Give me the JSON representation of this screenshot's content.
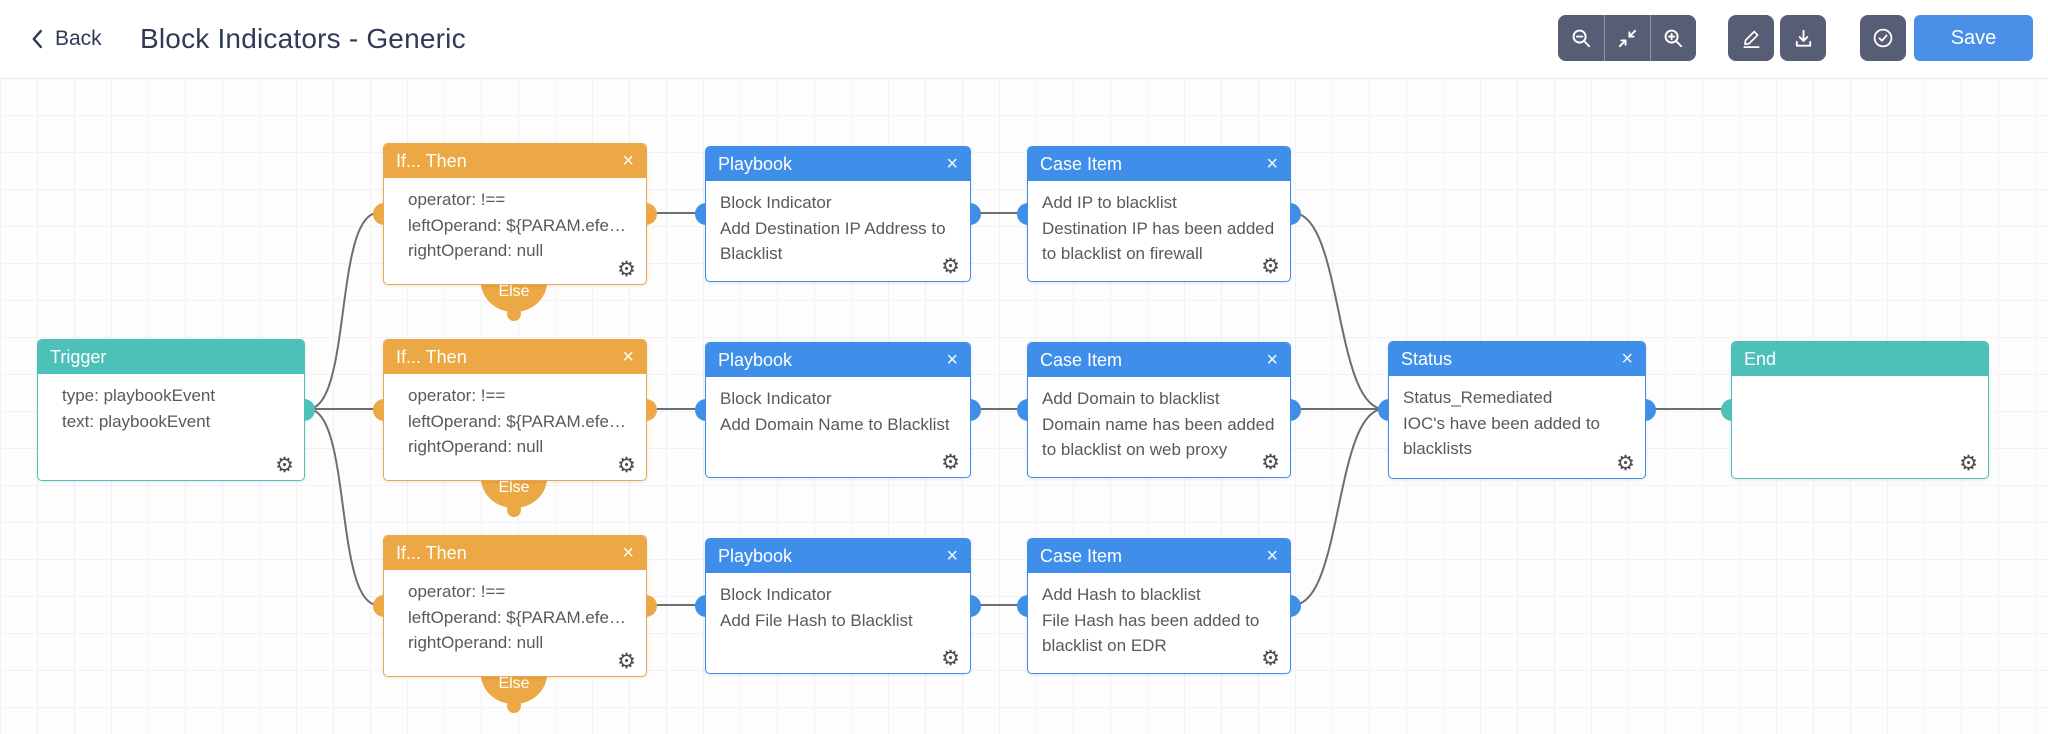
{
  "header": {
    "back_label": "Back",
    "title": "Block Indicators - Generic"
  },
  "toolbar": {
    "save_label": "Save",
    "buttons": [
      "zoom-out",
      "fit-view",
      "zoom-in",
      "edit",
      "download",
      "validate"
    ]
  },
  "colors": {
    "teal": "#4cc0b9",
    "orange": "#eba844",
    "blue": "#3e8eea",
    "toolbar_slate": "#575d74",
    "save_blue": "#4a90e8",
    "title_navy": "#2e3a56",
    "edge_gray": "#6e6e6e"
  },
  "icons": {
    "close": "×",
    "gear": "⚙"
  },
  "nodes": [
    {
      "id": "trigger",
      "title": "Trigger",
      "lines": [
        "type: playbookEvent",
        "text: playbookEvent"
      ]
    },
    {
      "id": "if-1",
      "title": "If... Then",
      "else_label": "Else",
      "lines": [
        "operator: !==",
        "leftOperand: ${PARAM.efe…",
        "rightOperand: null"
      ]
    },
    {
      "id": "if-2",
      "title": "If... Then",
      "else_label": "Else",
      "lines": [
        "operator: !==",
        "leftOperand: ${PARAM.efe…",
        "rightOperand: null"
      ]
    },
    {
      "id": "if-3",
      "title": "If... Then",
      "else_label": "Else",
      "lines": [
        "operator: !==",
        "leftOperand: ${PARAM.efe…",
        "rightOperand: null"
      ]
    },
    {
      "id": "playbook-1",
      "title": "Playbook",
      "lines": [
        "Block Indicator",
        "Add Destination IP Address to Blacklist"
      ]
    },
    {
      "id": "playbook-2",
      "title": "Playbook",
      "lines": [
        "Block Indicator",
        "Add Domain Name to Blacklist"
      ]
    },
    {
      "id": "playbook-3",
      "title": "Playbook",
      "lines": [
        "Block Indicator",
        "Add File Hash to Blacklist"
      ]
    },
    {
      "id": "caseitem-1",
      "title": "Case Item",
      "lines": [
        "Add IP to blacklist",
        "Destination IP has been added to blacklist on firewall"
      ]
    },
    {
      "id": "caseitem-2",
      "title": "Case Item",
      "lines": [
        "Add Domain to blacklist",
        "Domain name has been added to blacklist on web proxy"
      ]
    },
    {
      "id": "caseitem-3",
      "title": "Case Item",
      "lines": [
        "Add Hash to blacklist",
        "File Hash has been added to blacklist on EDR"
      ]
    },
    {
      "id": "status",
      "title": "Status",
      "lines": [
        "Status_Remediated",
        "IOC's have been added to blacklists"
      ]
    },
    {
      "id": "end",
      "title": "End",
      "lines": []
    }
  ]
}
